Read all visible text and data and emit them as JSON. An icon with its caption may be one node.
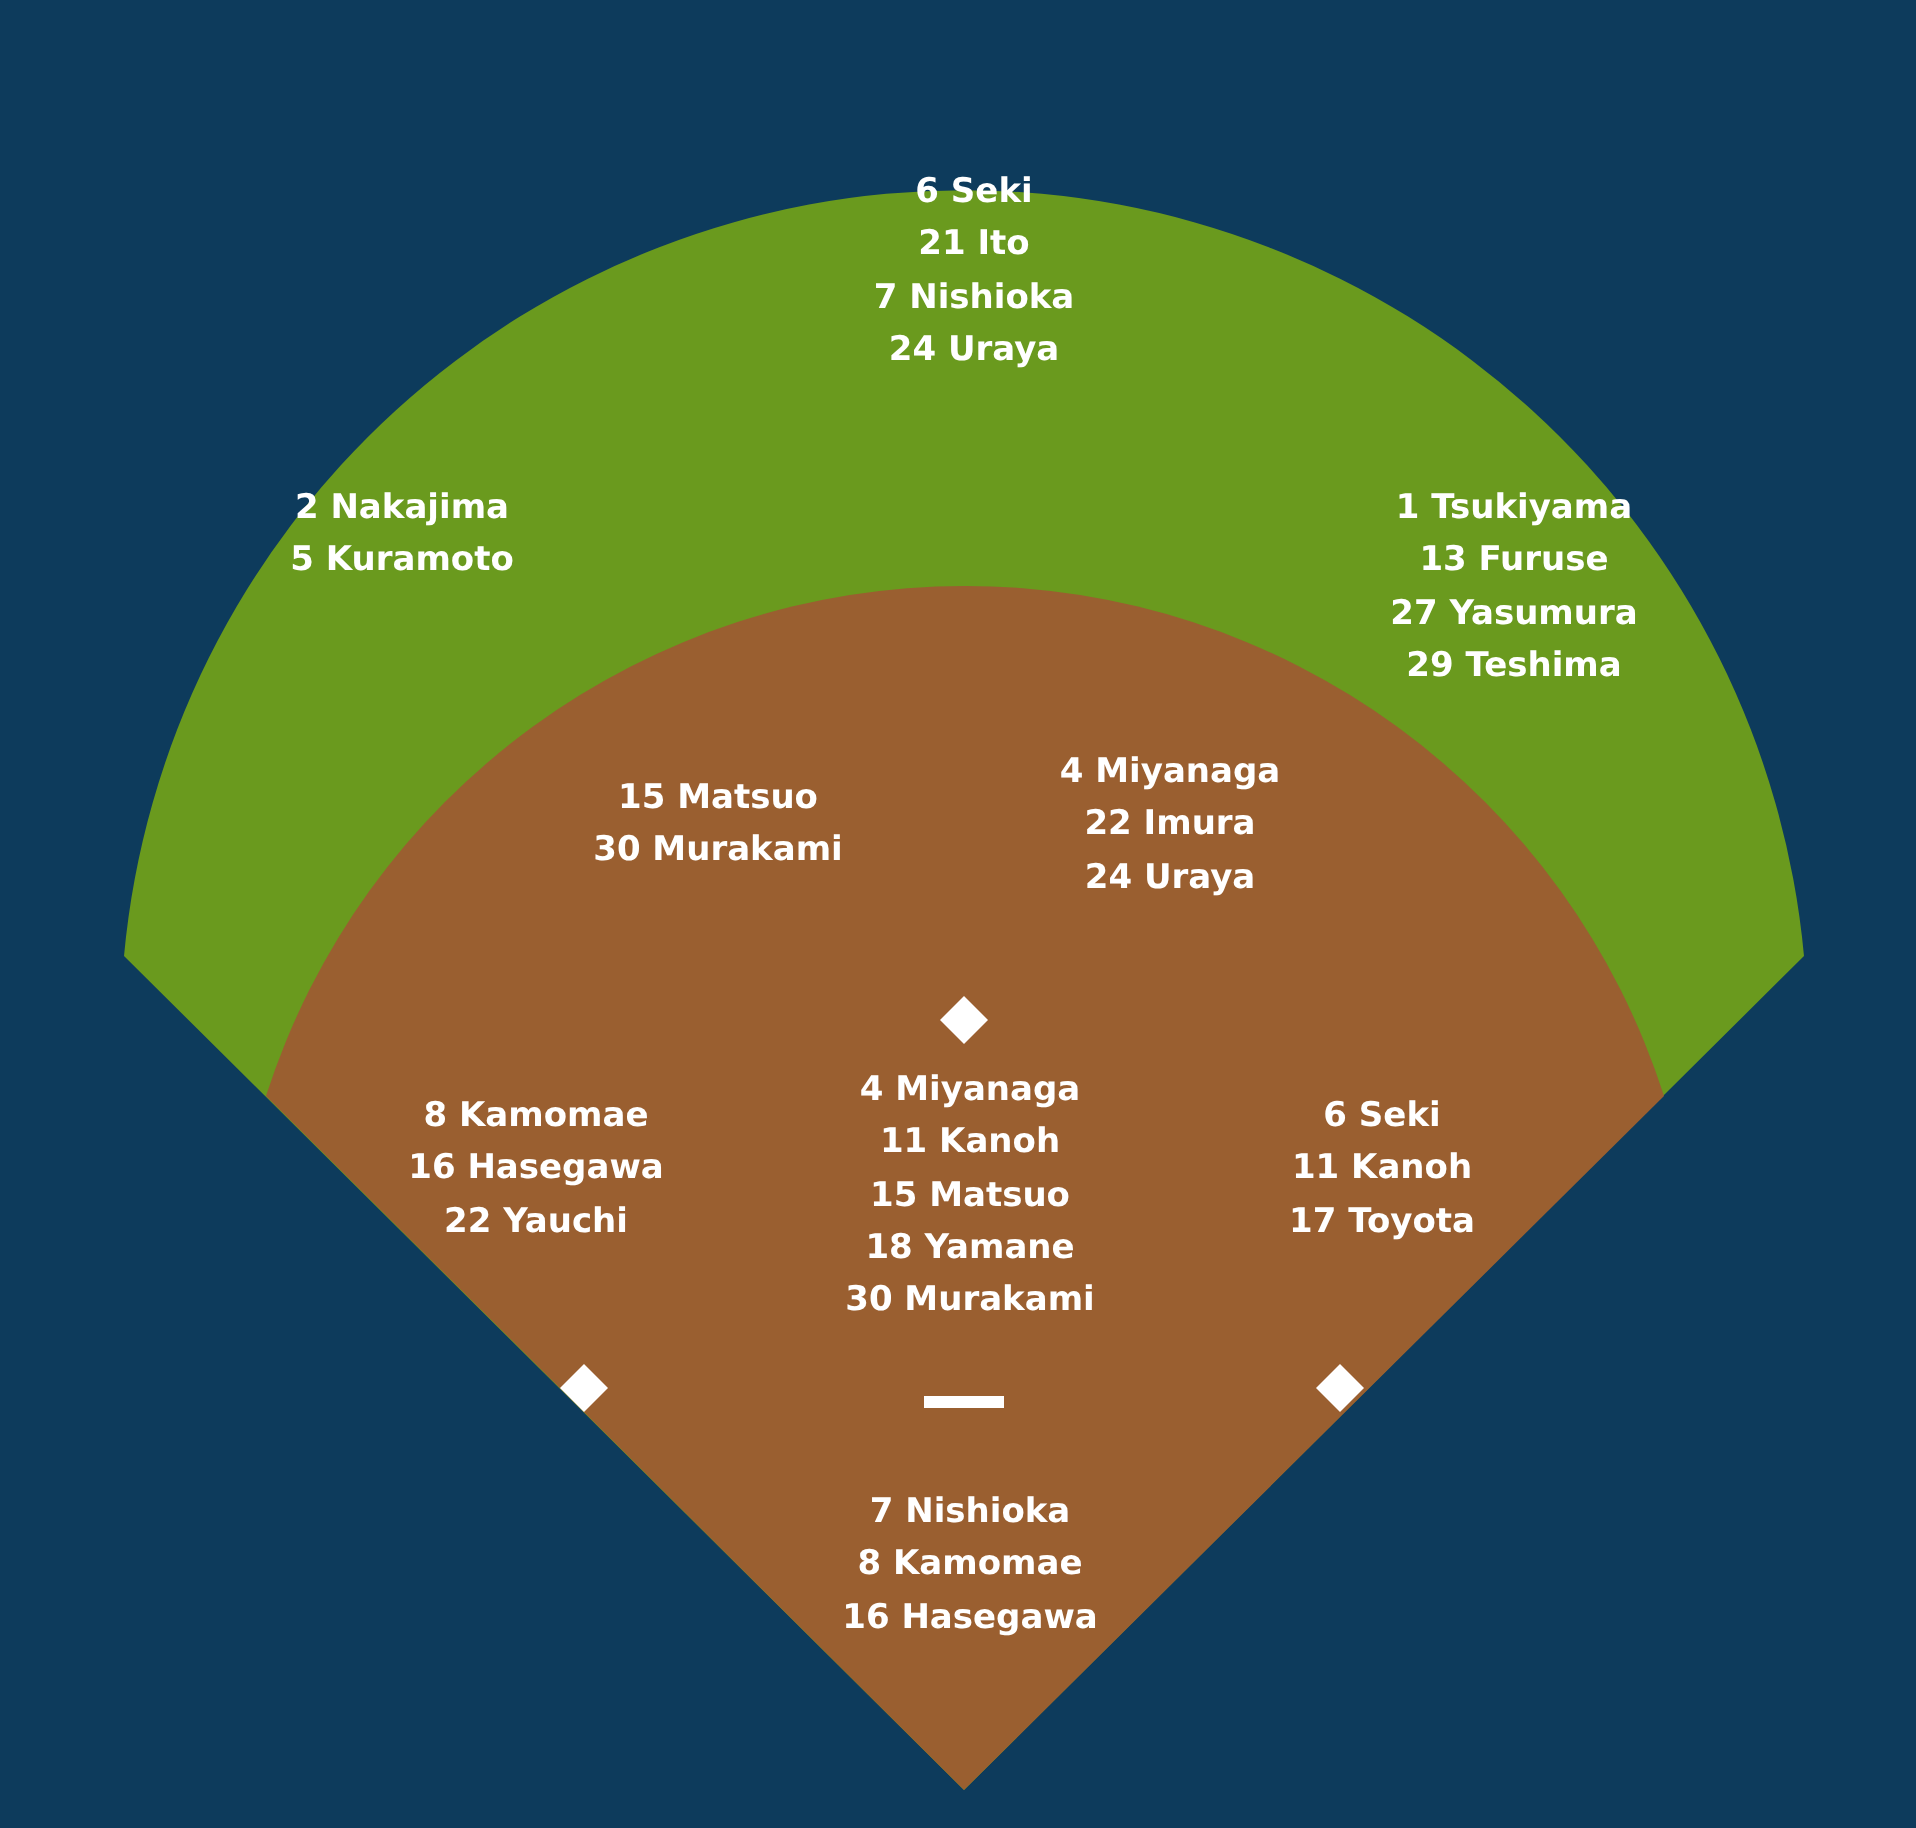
{
  "diagram": {
    "labels": [
      "6 Seki",
      "21 Ito",
      "7 Nishioka",
      "24 Uraya",
      "2 Nakajima",
      "5 Kuramoto",
      "1 Tsukiyama",
      "13 Furuse",
      "27 Yasumura",
      "29 Teshima",
      "15 Matsuo",
      "30 Murakami",
      "4 Miyanaga",
      "22 Imura",
      "24 Uraya",
      "8 Kamomae",
      "16 Hasegawa",
      "22 Yauchi",
      "4 Miyanaga",
      "11 Kanoh",
      "15 Matsuo",
      "18 Yamane",
      "30 Murakami",
      "6 Seki",
      "11 Kanoh",
      "17 Toyota",
      "7 Nishioka",
      "8 Kamomae",
      "16 Hasegawa"
    ]
  }
}
